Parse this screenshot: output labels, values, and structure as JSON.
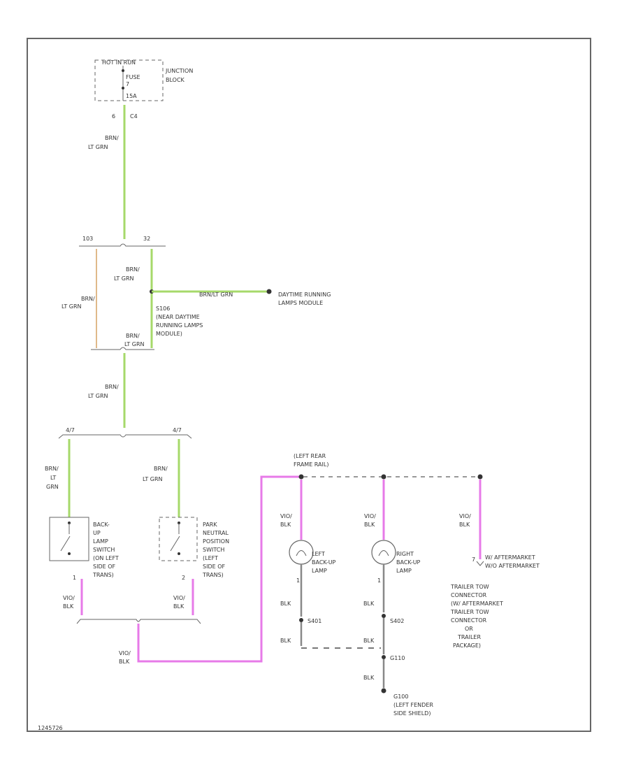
{
  "colors": {
    "green_wire": "#a6d96a",
    "tan_wire": "#e0b98a",
    "pink_wire": "#e77ae8",
    "gray_wire": "#888888"
  },
  "junction_block": {
    "fuse_header": "HOT IN RUN",
    "fuse_label": "FUSE",
    "fuse_num": "7",
    "fuse_amps": "15A",
    "title_line1": "JUNCTION",
    "title_line2": "BLOCK",
    "pin": "6",
    "connector": "C4"
  },
  "wire_top": {
    "line1": "BRN/",
    "line2": "LT GRN"
  },
  "conn_left": "103",
  "conn_right": "32",
  "wire_mid_right": {
    "line1": "BRN/",
    "line2": "LT GRN"
  },
  "wire_mid_left": {
    "line1": "BRN/",
    "line2": "LT GRN"
  },
  "drl": {
    "wire": "BRN/LT GRN",
    "line1": "DAYTIME RUNNING",
    "line2": "LAMPS MODULE"
  },
  "splice_drl": {
    "line1": "S106",
    "line2": "(NEAR DAYTIME",
    "line3": "RUNNING LAMPS",
    "line4": "MODULE)"
  },
  "wire_lower_mid": {
    "line1": "BRN/",
    "line2": "LT GRN"
  },
  "wire_lower": {
    "line1": "BRN/",
    "line2": "LT GRN"
  },
  "pin_left": "4/7",
  "pin_right": "4/7",
  "wire_sw_left": {
    "line1": "BRN/",
    "line2": "LT",
    "line3": "GRN"
  },
  "wire_sw_right": {
    "line1": "BRN/",
    "line2": "LT GRN"
  },
  "backup_switch": {
    "line1": "BACK-",
    "line2": "UP",
    "line3": "LAMP",
    "line4": "SWITCH",
    "line5": "(ON LEFT",
    "line6": "SIDE OF",
    "line7": "TRANS)",
    "pin_bottom": "1"
  },
  "pnp_switch": {
    "line1": "PARK",
    "line2": "NEUTRAL",
    "line3": "POSITION",
    "line4": "SWITCH",
    "line5": "(LEFT",
    "line6": "SIDE OF",
    "line7": "TRANS)",
    "pin_bottom": "2"
  },
  "wire_bot_left": {
    "line1": "VIO/",
    "line2": "BLK"
  },
  "wire_bot_right": {
    "line1": "VIO/",
    "line2": "BLK"
  },
  "wire_bot_main": {
    "line1": "VIO/",
    "line2": "BLK"
  },
  "frame_rail": {
    "line1": "(LEFT REAR",
    "line2": "FRAME RAIL)"
  },
  "left_lamp": {
    "wire_line1": "VIO/",
    "wire_line2": "BLK",
    "line1": "LEFT",
    "line2": "BACK-UP",
    "line3": "LAMP",
    "pin": "1",
    "ground_wire": "BLK",
    "splice": "S401",
    "lower_wire": "BLK"
  },
  "right_lamp": {
    "wire_line1": "VIO/",
    "wire_line2": "BLK",
    "line1": "RIGHT",
    "line2": "BACK-UP",
    "line3": "LAMP",
    "pin": "1",
    "ground_wire": "BLK",
    "splice": "S402",
    "lower_wire": "BLK",
    "splice2": "G110",
    "ground_lower_wire": "BLK"
  },
  "trailer": {
    "wire_line1": "VIO/",
    "wire_line2": "BLK",
    "pin": "7",
    "pin_label1": "W/ AFTERMARKET",
    "pin_label2": "W/O AFTERMARKET",
    "line1": "TRAILER TOW",
    "line2": "CONNECTOR",
    "line3": "(W/ AFTERMARKET",
    "line4": "TRAILER TOW",
    "line5": "CONNECTOR",
    "line6": "OR",
    "line7": "TRAILER",
    "line8": "PACKAGE)"
  },
  "ground": {
    "line1": "G100",
    "line2": "(LEFT FENDER",
    "line3": "SIDE SHIELD)"
  },
  "figure_id": "1245726"
}
